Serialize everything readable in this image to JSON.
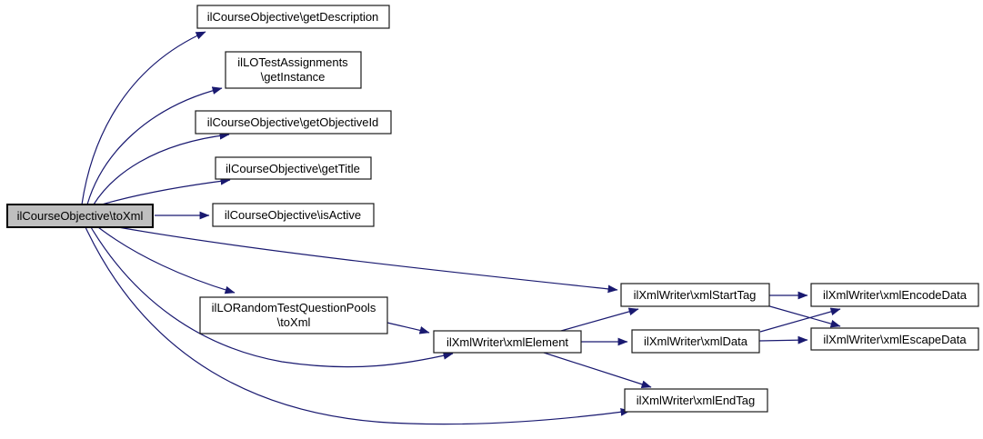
{
  "diagram": {
    "type": "call-graph",
    "colors": {
      "edge": "#191970",
      "node_fill": "#ffffff",
      "node_border": "#000000",
      "focus_node_fill": "#bfbfbf"
    },
    "nodes": {
      "toxml": {
        "label": "ilCourseObjective\\toXml",
        "focus": true
      },
      "getdescription": {
        "label": "ilCourseObjective\\getDescription"
      },
      "getinstance": {
        "lines": [
          "ilLOTestAssignments",
          "\\getInstance"
        ]
      },
      "getobjectiveid": {
        "label": "ilCourseObjective\\getObjectiveId"
      },
      "gettitle": {
        "label": "ilCourseObjective\\getTitle"
      },
      "isactive": {
        "label": "ilCourseObjective\\isActive"
      },
      "poolstoxml": {
        "lines": [
          "ilLORandomTestQuestionPools",
          "\\toXml"
        ]
      },
      "xmlelement": {
        "label": "ilXmlWriter\\xmlElement"
      },
      "xmlstarttag": {
        "label": "ilXmlWriter\\xmlStartTag"
      },
      "xmldata": {
        "label": "ilXmlWriter\\xmlData"
      },
      "xmlendtag": {
        "label": "ilXmlWriter\\xmlEndTag"
      },
      "xmlencodedata": {
        "label": "ilXmlWriter\\xmlEncodeData"
      },
      "xmlescapedata": {
        "label": "ilXmlWriter\\xmlEscapeData"
      }
    },
    "edges": [
      {
        "from": "ilCourseObjective\\toXml",
        "to": "ilCourseObjective\\getDescription"
      },
      {
        "from": "ilCourseObjective\\toXml",
        "to": "ilLOTestAssignments\\getInstance"
      },
      {
        "from": "ilCourseObjective\\toXml",
        "to": "ilCourseObjective\\getObjectiveId"
      },
      {
        "from": "ilCourseObjective\\toXml",
        "to": "ilCourseObjective\\getTitle"
      },
      {
        "from": "ilCourseObjective\\toXml",
        "to": "ilCourseObjective\\isActive"
      },
      {
        "from": "ilCourseObjective\\toXml",
        "to": "ilXmlWriter\\xmlStartTag"
      },
      {
        "from": "ilCourseObjective\\toXml",
        "to": "ilLORandomTestQuestionPools\\toXml"
      },
      {
        "from": "ilCourseObjective\\toXml",
        "to": "ilXmlWriter\\xmlElement"
      },
      {
        "from": "ilCourseObjective\\toXml",
        "to": "ilXmlWriter\\xmlEndTag"
      },
      {
        "from": "ilLORandomTestQuestionPools\\toXml",
        "to": "ilXmlWriter\\xmlElement"
      },
      {
        "from": "ilXmlWriter\\xmlElement",
        "to": "ilXmlWriter\\xmlStartTag"
      },
      {
        "from": "ilXmlWriter\\xmlElement",
        "to": "ilXmlWriter\\xmlData"
      },
      {
        "from": "ilXmlWriter\\xmlElement",
        "to": "ilXmlWriter\\xmlEndTag"
      },
      {
        "from": "ilXmlWriter\\xmlStartTag",
        "to": "ilXmlWriter\\xmlEncodeData"
      },
      {
        "from": "ilXmlWriter\\xmlStartTag",
        "to": "ilXmlWriter\\xmlEscapeData"
      },
      {
        "from": "ilXmlWriter\\xmlData",
        "to": "ilXmlWriter\\xmlEncodeData"
      },
      {
        "from": "ilXmlWriter\\xmlData",
        "to": "ilXmlWriter\\xmlEscapeData"
      }
    ]
  }
}
